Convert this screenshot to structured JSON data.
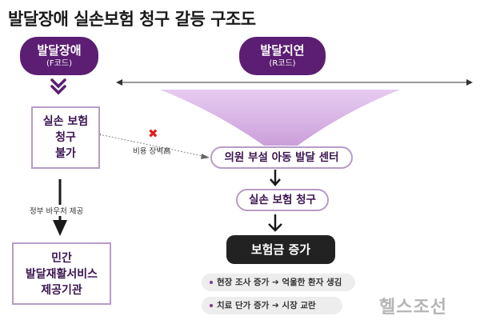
{
  "title": "발달장애 실손보험 청구 갈등 구조도",
  "nodes": {
    "dev_disability": {
      "main": "발달장애",
      "sub": "(F코드)"
    },
    "dev_delay": {
      "main": "발달지연",
      "sub": "(R코드)"
    },
    "insurance_blocked": [
      "실손 보험",
      "청구",
      "불가"
    ],
    "private_rehab": [
      "민간",
      "발달재활서비스",
      "제공기관"
    ],
    "hospital_center": "의원 부설 아동 발달 센터",
    "insurance_claim": "실손 보험 청구",
    "claim_increase": "보험금 증가"
  },
  "edge_labels": {
    "voucher": "정부 바우처 제공",
    "cost_barrier": "비용 장벽高",
    "blocked_mark": "✖"
  },
  "notes": [
    {
      "cause": "현장 조사 증가",
      "effect": "억울한 환자 생김"
    },
    {
      "cause": "치료 단가 증가",
      "effect": "시장 교란"
    }
  ],
  "brand": "헬스조선",
  "colors": {
    "primary": "#5b1e72",
    "border": "#b69cc6",
    "result": "#222222",
    "cross": "#e01e1e"
  }
}
